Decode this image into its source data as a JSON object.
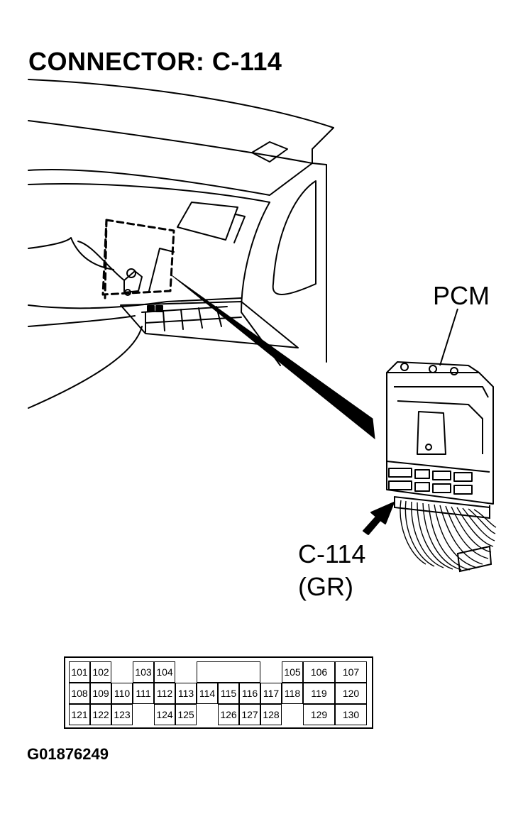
{
  "title": "CONNECTOR: C-114",
  "labels": {
    "pcm": "PCM",
    "connector": "C-114",
    "color": "(GR)"
  },
  "figure_id": "G01876249",
  "pin_rows": [
    [
      "101",
      "102",
      "",
      "103",
      "104",
      "",
      "",
      "",
      "",
      "",
      "105",
      "106",
      "107"
    ],
    [
      "108",
      "109",
      "110",
      "111",
      "112",
      "113",
      "114",
      "115",
      "116",
      "117",
      "118",
      "119",
      "120"
    ],
    [
      "121",
      "122",
      "123",
      "",
      "124",
      "125",
      "",
      "126",
      "127",
      "128",
      "",
      "129",
      "130"
    ]
  ]
}
